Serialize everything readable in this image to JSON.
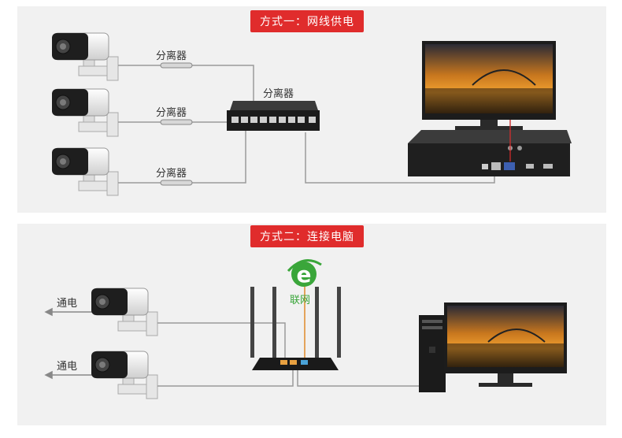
{
  "section1": {
    "title": "方式一：网线供电",
    "splitter_label": "分离器",
    "switch_splitter_label": "分离器"
  },
  "section2": {
    "title": "方式二：连接电脑",
    "power_label": "通电",
    "internet_label": "联网"
  },
  "colors": {
    "badge": "#e02c2c",
    "panel": "#f1f1f1",
    "cable": "#9a9a9a",
    "ie_green": "#3aa63a"
  }
}
